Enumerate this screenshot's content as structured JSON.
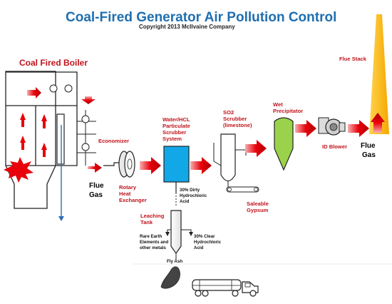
{
  "title": "Coal-Fired Generator Air Pollution Control",
  "copyright": "Copyright 2013 McIlvaine Company",
  "boiler": {
    "title": "Coal Fired Boiler"
  },
  "labels": {
    "flue_stack": "Flue Stack",
    "economizer": "Economizer",
    "flue_gas_left": [
      "Flue",
      "Gas"
    ],
    "rotary": [
      "Rotary",
      "Heat",
      "Exchanger"
    ],
    "scrubber": [
      "Water/HCL",
      "Particulate",
      "Scrubber",
      "System"
    ],
    "so2": [
      "SO2",
      "Scrubber",
      "(limestone)"
    ],
    "wet": [
      "Wet",
      "Precipitator"
    ],
    "id_blower": "ID Blower",
    "flue_gas_right": [
      "Flue",
      "Gas"
    ],
    "dirty_acid": [
      "30% Dirty",
      "Hydrochloric",
      "Acid"
    ],
    "leaching": [
      "Leaching",
      "Tank"
    ],
    "rare_earth": [
      "Rare Earth",
      "Elements and",
      "other metals"
    ],
    "clear_acid": [
      "30% Clear",
      "Hydrochloric",
      "Acid"
    ],
    "gypsum": [
      "Saleable",
      "Gypsum"
    ],
    "fly_ash": "Fly Ash"
  },
  "colors": {
    "title": "#1f6fb0",
    "label_red": "#c0141c",
    "arrow_red": "#e8000a",
    "scrubber_blue": "#12a8e8",
    "precipitator_green": "#9bd24b",
    "stack_yellow": "#ffc000"
  }
}
